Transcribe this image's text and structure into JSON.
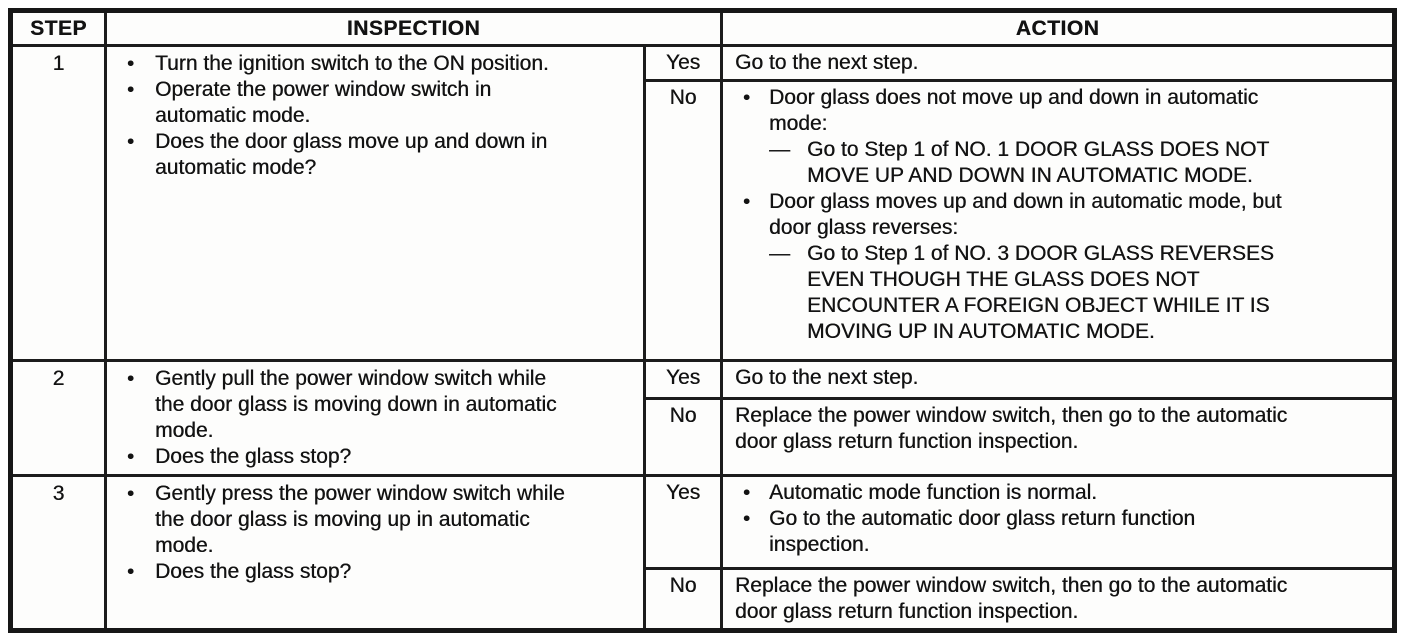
{
  "table": {
    "headers": {
      "step": "STEP",
      "inspection": "INSPECTION",
      "action": "ACTION"
    },
    "labels": {
      "yes": "Yes",
      "no": "No"
    },
    "glyphs": {
      "bullet": "•",
      "dash": "—"
    },
    "steps": [
      {
        "number": "1",
        "inspection": [
          {
            "lines": [
              "Turn the ignition switch to the ON position."
            ]
          },
          {
            "lines": [
              "Operate the power window switch in",
              "automatic mode."
            ]
          },
          {
            "lines": [
              "Does the door glass move up and down in",
              "automatic mode?"
            ]
          }
        ],
        "yes": {
          "lines": [
            "Go to the next step."
          ]
        },
        "no": {
          "bullets": [
            {
              "lines": [
                "Door glass does not move up and down in automatic",
                "mode:"
              ],
              "sub": [
                "Go to Step 1 of NO. 1 DOOR GLASS DOES NOT",
                "MOVE UP AND DOWN IN AUTOMATIC MODE."
              ]
            },
            {
              "lines": [
                "Door glass moves up and down in automatic mode, but",
                "door glass reverses:"
              ],
              "sub": [
                "Go to Step 1 of NO. 3 DOOR GLASS REVERSES",
                "EVEN THOUGH THE GLASS DOES NOT",
                "ENCOUNTER A FOREIGN OBJECT WHILE IT IS",
                "MOVING UP IN AUTOMATIC MODE."
              ]
            }
          ]
        }
      },
      {
        "number": "2",
        "inspection": [
          {
            "lines": [
              "Gently pull the power window switch while",
              "the door glass is moving down in automatic",
              "mode."
            ]
          },
          {
            "lines": [
              "Does the glass stop?"
            ]
          }
        ],
        "yes": {
          "lines": [
            "Go to the next step."
          ]
        },
        "no": {
          "lines": [
            "Replace the power window switch, then go to the automatic",
            "door glass return function inspection."
          ]
        }
      },
      {
        "number": "3",
        "inspection": [
          {
            "lines": [
              "Gently press the power window switch while",
              "the door glass is moving up in automatic",
              "mode."
            ]
          },
          {
            "lines": [
              "Does the glass stop?"
            ]
          }
        ],
        "yes": {
          "bullets": [
            {
              "lines": [
                "Automatic mode function is normal."
              ]
            },
            {
              "lines": [
                "Go to the automatic door glass return function",
                "inspection."
              ]
            }
          ]
        },
        "no": {
          "lines": [
            "Replace the power window switch, then go to the automatic",
            "door glass return function inspection."
          ]
        }
      }
    ]
  }
}
